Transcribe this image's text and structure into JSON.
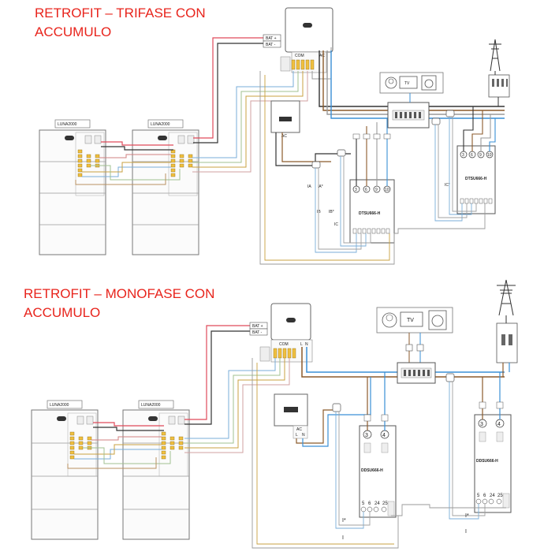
{
  "top": {
    "title_line1": "RETROFIT – TRIFASE CON",
    "title_line2": "ACCUMULO",
    "battery_label": "LUNA2000",
    "bat_plus": "BAT +",
    "bat_minus": "BAT -",
    "com_label": "COM",
    "ac_label": "AC",
    "inverter_ac_label": "AC",
    "meter_name": "DTSU666-H",
    "meter_terminals": [
      "3",
      "6",
      "9",
      "10"
    ],
    "tv_label": "TV",
    "ct_labels": [
      "IA",
      "IA*",
      "IB",
      "IB*",
      "IC",
      "IC*"
    ]
  },
  "bottom": {
    "title_line1": "RETROFIT – MONOFASE CON",
    "title_line2": "ACCUMULO",
    "battery_label": "LUNA2000",
    "bat_plus": "BAT +",
    "bat_minus": "BAT -",
    "com_label": "COM",
    "l_label": "L",
    "n_label": "N",
    "inverter_ac_label": "AC",
    "meter_name": "DDSU666-H",
    "meter_top_terminals": [
      "3",
      "4"
    ],
    "meter_bottom_terminals": [
      "5",
      "6",
      "24",
      "25"
    ],
    "tv_label": "TV",
    "ct_labels": [
      "I*",
      "I"
    ]
  },
  "colors": {
    "title": "#e8241c",
    "phase_brown": "#8b5a2b",
    "neutral_blue": "#3a8fd6",
    "dc_red": "#e04a5a",
    "earth_yellow": "#d8c020",
    "signal_grey": "#9a9a9a"
  }
}
